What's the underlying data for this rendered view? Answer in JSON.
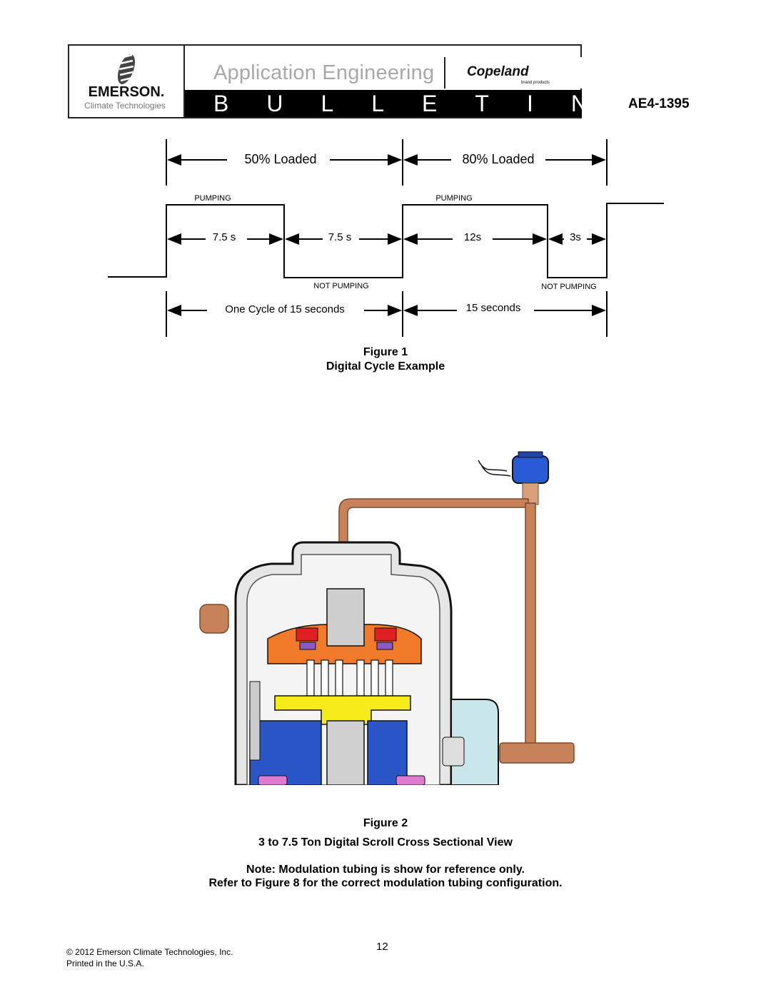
{
  "header": {
    "brand_name": "EMERSON.",
    "brand_sub": "Climate Technologies",
    "app_title": "Application Engineering",
    "copeland": "Copeland",
    "copeland_sub": "brand products",
    "bulletin": "BULLETIN",
    "doc_code": "AE4-1395"
  },
  "figure1": {
    "label_50": "50% Loaded",
    "label_80": "80% Loaded",
    "pumping": "PUMPING",
    "not_pumping": "NOT PUMPING",
    "t1": "7.5 s",
    "t2": "7.5 s",
    "t3": "12s",
    "t4": "3s",
    "cycle": "One Cycle of 15 seconds",
    "seconds": "15 seconds",
    "caption_num": "Figure 1",
    "caption_title": "Digital Cycle Example"
  },
  "figure2": {
    "caption_num": "Figure 2",
    "caption_title": "3 to 7.5 Ton Digital Scroll Cross Sectional View",
    "note1": "Note:  Modulation tubing is show for reference only.",
    "note2": "Refer to Figure 8 for the correct modulation tubing configuration."
  },
  "footer": {
    "copyright": "© 2012 Emerson Climate Technologies, Inc.",
    "printed": "Printed in the U.S.A.",
    "page": "12"
  },
  "colors": {
    "copper": "#c8825a",
    "blue_solenoid": "#2a5bd7",
    "orange_part": "#f07a2a",
    "yellow_part": "#f5ec1a",
    "blue_base": "#2b56c8",
    "gray_shell": "#b5b5b5"
  }
}
